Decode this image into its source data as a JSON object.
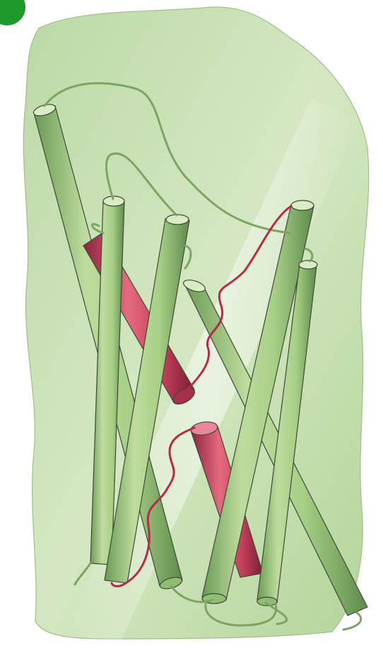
{
  "image": {
    "subject": "membrane-protein-helix-bundle-illustration",
    "colors": {
      "background": "#ffffff",
      "membrane_wash": "#c9deb2",
      "membrane_highlight": "#eef5e4",
      "helix_green_light": "#bfdc9e",
      "helix_green_mid": "#98c57a",
      "helix_green_dark": "#6a9a55",
      "helix_red_light": "#e46a80",
      "helix_red_mid": "#c8415c",
      "helix_red_dark": "#8e2340",
      "loop_green": "#7ea463",
      "loop_red": "#b82a48",
      "outline": "#3d4a36",
      "badge": "#1f9a2a"
    },
    "elements": [
      "membrane-background",
      "green-transmembrane-helix",
      "red-pore-helix",
      "connecting-loop"
    ]
  }
}
